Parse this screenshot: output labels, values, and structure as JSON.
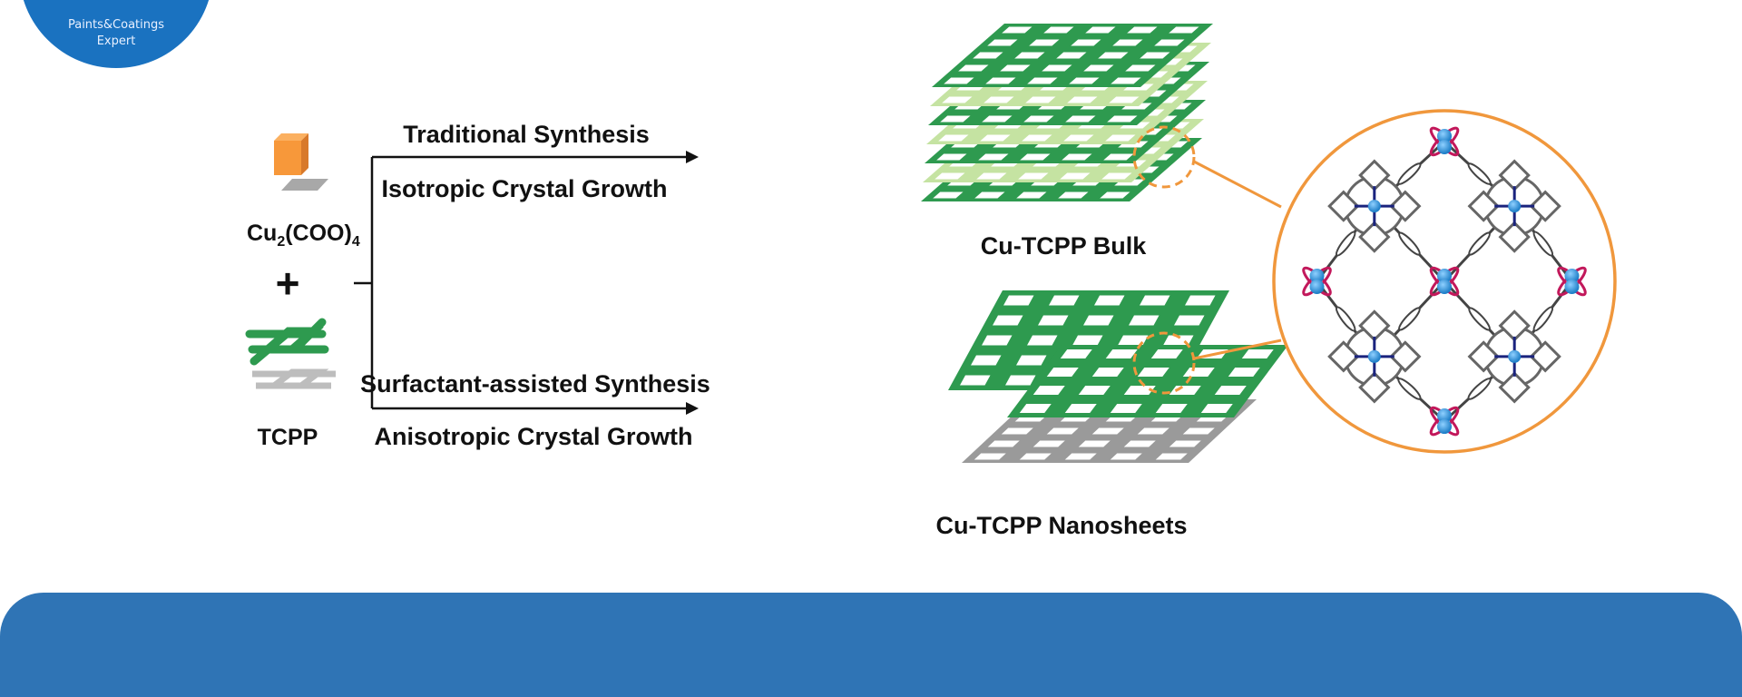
{
  "logo": {
    "line1": "Paints&Coatings",
    "line2": "Expert",
    "color": "#1a72c0",
    "accent_c": "#c0392b",
    "accent_e": "#1b2a5a"
  },
  "reactants": {
    "metal_node": "Cu",
    "metal_sub": "2",
    "metal_rest": "(COO)",
    "metal_sub2": "4",
    "plus": "+",
    "linker": "TCPP"
  },
  "routes": {
    "top": {
      "line1": "Traditional Synthesis",
      "line2": "Isotropic Crystal Growth"
    },
    "bottom": {
      "line1": "Surfactant-assisted Synthesis",
      "line2": "Anisotropic Crystal Growth"
    }
  },
  "products": {
    "bulk": "Cu-TCPP Bulk",
    "nanosheets": "Cu-TCPP Nanosheets"
  },
  "colors": {
    "orange": "#f0973c",
    "green": "#2e9a4f",
    "light_green": "#c5e3a2",
    "gray": "#9a9a9a",
    "band": "#2f74b5",
    "cu_blue": "#2f8fd8",
    "o_red": "#c2185b",
    "n_navy": "#1a237e"
  }
}
